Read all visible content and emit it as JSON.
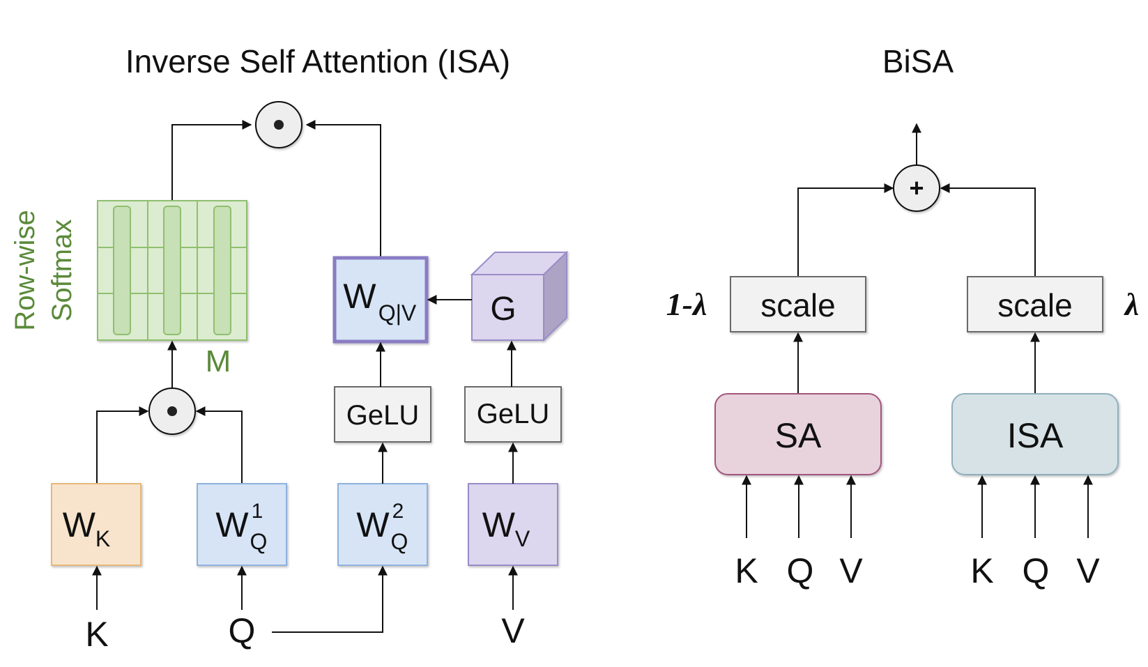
{
  "isa": {
    "title": "Inverse Self Attention (ISA)",
    "softmax_label_line1": "Row-wise",
    "softmax_label_line2": "Softmax",
    "matrix_label": "M",
    "wk": {
      "base": "W",
      "sub": "K"
    },
    "wq1": {
      "base": "W",
      "sup": "1",
      "sub": "Q"
    },
    "wq2": {
      "base": "W",
      "sup": "2",
      "sub": "Q"
    },
    "wv": {
      "base": "W",
      "sub": "V"
    },
    "wqv": {
      "base": "W",
      "sub": "Q|V"
    },
    "gelu_left": "GeLU",
    "gelu_right": "GeLU",
    "g_label": "G",
    "inputs": {
      "k": "K",
      "q": "Q",
      "v": "V"
    }
  },
  "bisa": {
    "title": "BiSA",
    "plus_symbol": "+",
    "scale_left": "scale",
    "scale_right": "scale",
    "weight_left": "1-λ",
    "weight_right": "λ",
    "sa_label": "SA",
    "isa_label": "ISA",
    "inputs_left": {
      "k": "K",
      "q": "Q",
      "v": "V"
    },
    "inputs_right": {
      "k": "K",
      "q": "Q",
      "v": "V"
    }
  },
  "colors": {
    "orange_fill": "#f8e4cc",
    "orange_stroke": "#e7b77a",
    "blue_fill": "#d6e4f6",
    "blue_stroke": "#8eb2de",
    "purple_fill": "#dcd6ee",
    "purple_stroke": "#9a8cc8",
    "wqv_stroke": "#8a7cc4",
    "green_fill": "#dcecd0",
    "green_stroke": "#8fbf6e",
    "green_text": "#5b8a3a",
    "gray_fill": "#f2f2f2",
    "gray_stroke": "#6b6b6b",
    "sa_fill": "#e8d3dd",
    "sa_stroke": "#a3557e",
    "isa_fill": "#d6e2e6",
    "isa_stroke": "#8fb0bc"
  }
}
